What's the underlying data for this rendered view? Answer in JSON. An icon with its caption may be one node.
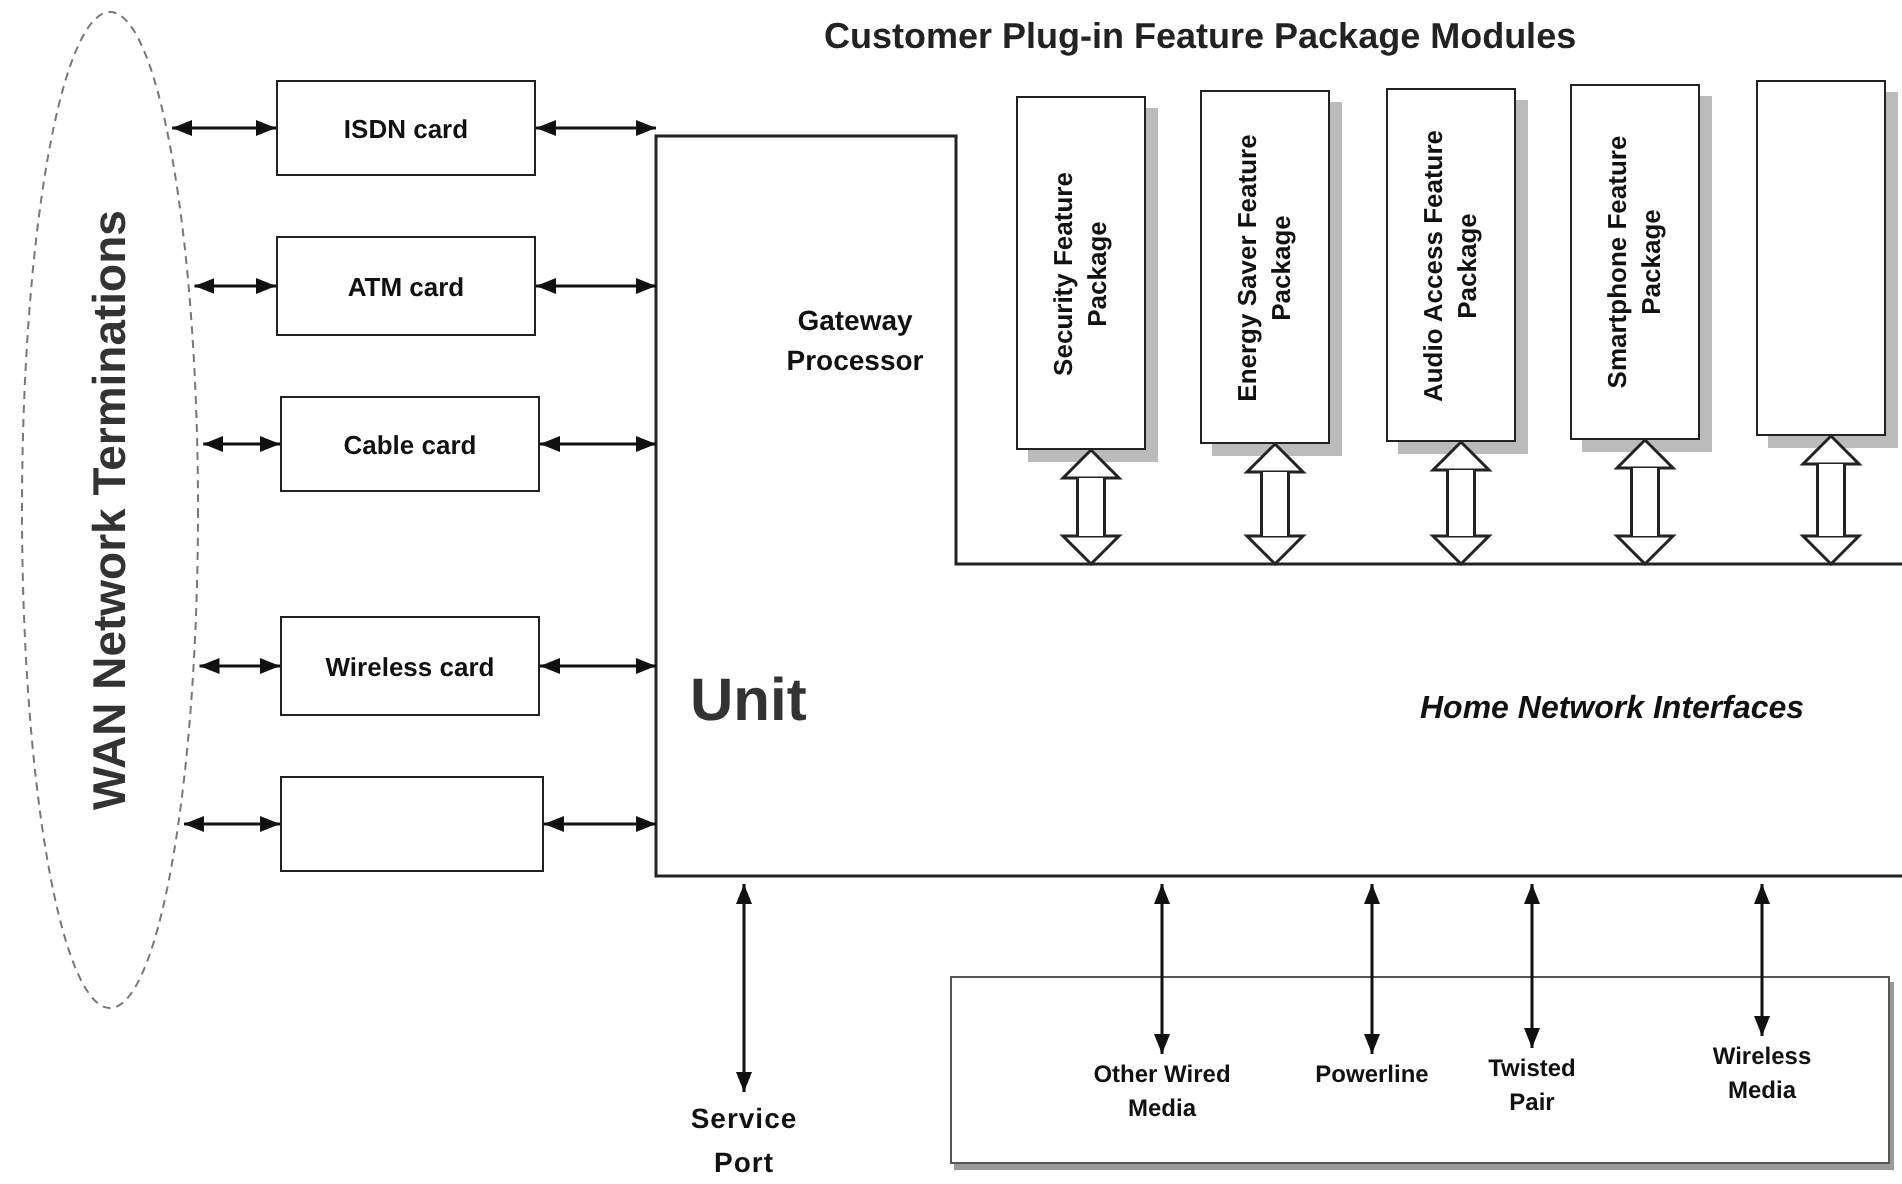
{
  "diagram": {
    "title": "Customer Plug-in Feature Package Modules",
    "nodes": [
      {
        "text": [
          "WAN Network Terminations"
        ]
      },
      {
        "text": [
          "ISDN card"
        ]
      },
      {
        "text": [
          "ATM card"
        ]
      },
      {
        "text": [
          "Cable card"
        ]
      },
      {
        "text": [
          "Wireless card"
        ]
      },
      {
        "text": [],
        "shape": "box"
      },
      {
        "text": [
          "Gateway Processor",
          "Unit",
          "Home Network Interfaces"
        ]
      },
      {
        "text": [
          "Security Feature Package"
        ]
      },
      {
        "text": [
          "Energy Saver Feature Package"
        ]
      },
      {
        "text": [
          "Audio Access Feature Package"
        ]
      },
      {
        "text": [
          "Smartphone Feature Package"
        ]
      },
      {
        "text": [],
        "shape": "box"
      },
      {
        "text": [],
        "shape": "box"
      },
      {
        "text": [
          "Other Wired Media"
        ],
        "in": 12
      },
      {
        "text": [
          "Powerline"
        ],
        "in": 12
      },
      {
        "text": [
          "Twisted Pair"
        ],
        "in": 12
      },
      {
        "text": [
          "Wireless Media"
        ],
        "in": 12
      },
      {
        "text": [
          "Service Port"
        ]
      }
    ],
    "edges": [
      {
        "from": 0,
        "to": 1,
        "arrow": "both"
      },
      {
        "from": 0,
        "to": 2,
        "arrow": "both"
      },
      {
        "from": 0,
        "to": 3,
        "arrow": "both"
      },
      {
        "from": 0,
        "to": 4,
        "arrow": "both"
      },
      {
        "from": 0,
        "to": 5,
        "arrow": "both"
      },
      {
        "from": 1,
        "to": 6,
        "arrow": "both"
      },
      {
        "from": 2,
        "to": 6,
        "arrow": "both"
      },
      {
        "from": 3,
        "to": 6,
        "arrow": "both"
      },
      {
        "from": 4,
        "to": 6,
        "arrow": "both"
      },
      {
        "from": 5,
        "to": 6,
        "arrow": "both"
      },
      {
        "from": 7,
        "to": 6,
        "arrow": "both",
        "style": "thick"
      },
      {
        "from": 8,
        "to": 6,
        "arrow": "both",
        "style": "thick"
      },
      {
        "from": 9,
        "to": 6,
        "arrow": "both",
        "style": "thick"
      },
      {
        "from": 10,
        "to": 6,
        "arrow": "both",
        "style": "thick"
      },
      {
        "from": 11,
        "to": 6,
        "arrow": "both",
        "style": "thick"
      },
      {
        "from": 6,
        "to": 13,
        "arrow": "both"
      },
      {
        "from": 6,
        "to": 14,
        "arrow": "both"
      },
      {
        "from": 6,
        "to": 15,
        "arrow": "both"
      },
      {
        "from": 6,
        "to": 16,
        "arrow": "both"
      },
      {
        "from": 6,
        "to": 17,
        "arrow": "both"
      }
    ]
  }
}
